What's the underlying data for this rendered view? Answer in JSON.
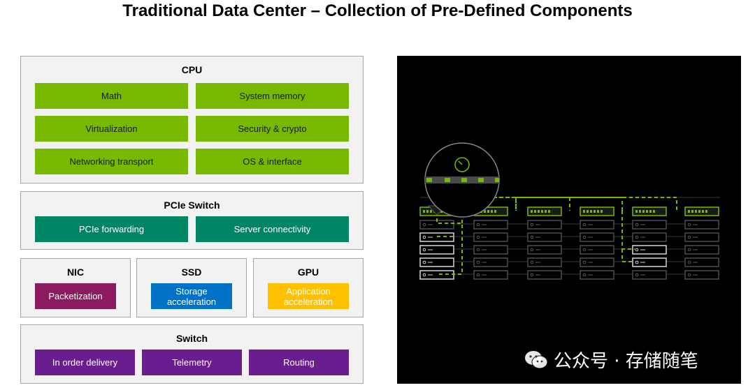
{
  "title": "Traditional Data Center – Collection of Pre-Defined Components",
  "cpu": {
    "title": "CPU",
    "items": [
      "Math",
      "System memory",
      "Virtualization",
      "Security & crypto",
      "Networking transport",
      "OS & interface"
    ]
  },
  "pcie": {
    "title": "PCIe Switch",
    "items": [
      "PCIe forwarding",
      "Server connectivity"
    ]
  },
  "nic": {
    "title": "NIC",
    "item": "Packetization"
  },
  "ssd": {
    "title": "SSD",
    "item": "Storage acceleration"
  },
  "gpu": {
    "title": "GPU",
    "item": "Application acceleration"
  },
  "switch": {
    "title": "Switch",
    "items": [
      "In order delivery",
      "Telemetry",
      "Routing"
    ]
  },
  "colors": {
    "green": "#76b900",
    "teal": "#008564",
    "magenta": "#8b1a5e",
    "blue": "#0071c5",
    "yellow": "#ffc000",
    "purple": "#6a1d8f"
  },
  "watermark": "公众号 · 存储随笔",
  "icons": [
    "wechat-icon",
    "gauge-icon",
    "server-rack-icon"
  ]
}
